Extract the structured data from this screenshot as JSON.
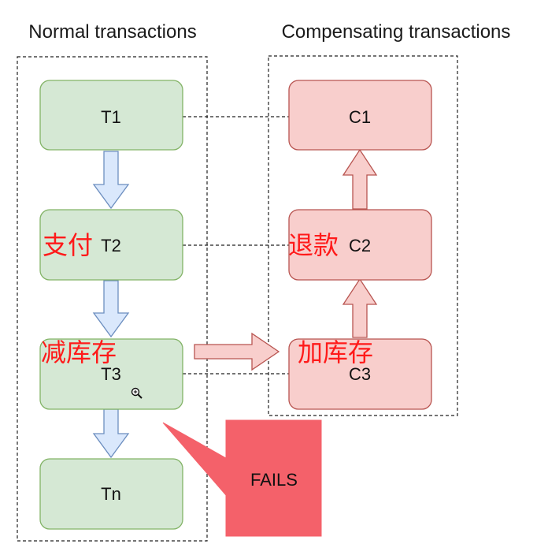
{
  "headings": {
    "normal": "Normal transactions",
    "compensating": "Compensating transactions"
  },
  "normal_boxes": [
    {
      "label": "T1"
    },
    {
      "label": "T2"
    },
    {
      "label": "T3"
    },
    {
      "label": "Tn"
    }
  ],
  "compensating_boxes": [
    {
      "label": "C1"
    },
    {
      "label": "C2"
    },
    {
      "label": "C3"
    }
  ],
  "annotations": {
    "t2": "支付",
    "t3": "减库存",
    "c2": "退款",
    "c3": "加库存"
  },
  "fails_label": "FAILS",
  "colors": {
    "normal_fill": "#d5e8d4",
    "normal_stroke": "#82b366",
    "comp_fill": "#f8cecc",
    "comp_stroke": "#b85450",
    "down_arrow_fill": "#dae8fc",
    "down_arrow_stroke": "#6c8ebf",
    "fails_fill": "#f4616a",
    "annotation_text": "#ff1a1a"
  },
  "icons": {
    "cursor": "zoom-in-cursor-icon"
  }
}
